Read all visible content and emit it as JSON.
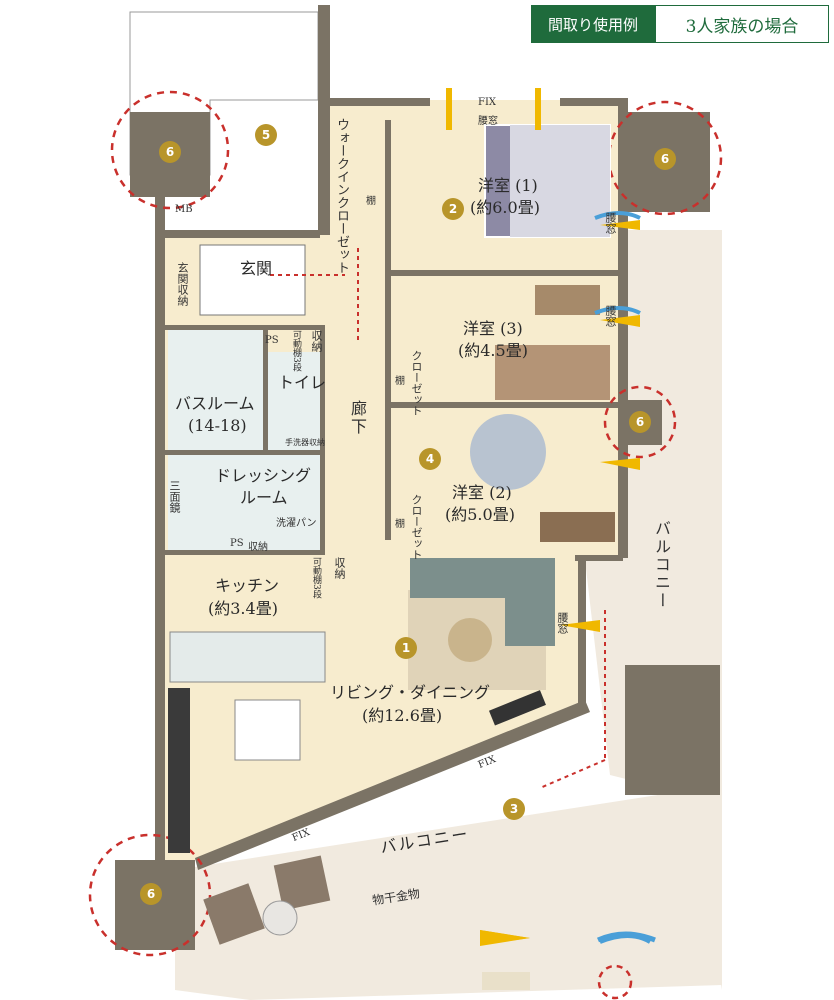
{
  "header": {
    "badge": "間取り使用例",
    "title": "3人家族の場合"
  },
  "rooms": {
    "genkan": "玄関",
    "genkan_storage": "玄関収納",
    "walk_in_closet": "ウォークインクローゼット",
    "western1_name": "洋室 (1)",
    "western1_size": "(約6.0畳)",
    "western3_name": "洋室 (3)",
    "western3_size": "(約4.5畳)",
    "western2_name": "洋室 (2)",
    "western2_size": "(約5.0畳)",
    "bathroom_name": "バスルーム",
    "bathroom_size": "(14-18)",
    "toilet": "トイレ",
    "corridor": "廊下",
    "dressing_line1": "ドレッシング",
    "dressing_line2": "ルーム",
    "washer_pan": "洗濯パン",
    "kitchen_name": "キッチン",
    "kitchen_size": "(約3.4畳)",
    "ld_name": "リビング・ダイニング",
    "ld_size": "(約12.6畳)",
    "balcony_east": "バルコニー",
    "balcony_south": "バルコニー",
    "laundry_rod": "物干金物"
  },
  "labels": {
    "fix_top": "FIX",
    "koshimado_top": "腰窓",
    "koshimado_w1": "腰窓",
    "koshimado_w3": "腰窓",
    "koshimado_ld": "腰窓",
    "fix_ld1": "FIX",
    "fix_ld2": "FIX",
    "mb": "MB",
    "ps1": "PS",
    "ps2": "PS",
    "tana_wic": "棚",
    "tana_w3": "棚",
    "tana_w2": "棚",
    "closet_w3": "クローゼット",
    "closet_w2": "クローゼット",
    "storage_bath": "収納",
    "storage_dress": "収納",
    "storage_kitchen": "収納",
    "movable_shelf_bath": "可動棚3段",
    "movable_shelf_kitchen": "可動棚3段",
    "mirror": "三面鏡",
    "toilet_storage": "手洗器収納"
  },
  "markers": {
    "m1": "1",
    "m2": "2",
    "m3": "3",
    "m4": "4",
    "m5": "5",
    "m6a": "6",
    "m6b": "6",
    "m6c": "6",
    "m6d": "6"
  },
  "colors": {
    "wall": "#7b7365",
    "floor": "#f7ecce",
    "wet_area": "#e8f0ef",
    "marker": "#b8952a",
    "badge": "#1f6b3c",
    "circle": "#c9302c",
    "sunlight": "#f0b800",
    "wind": "#4a9fd8",
    "sofa": "#7c8f8c"
  }
}
